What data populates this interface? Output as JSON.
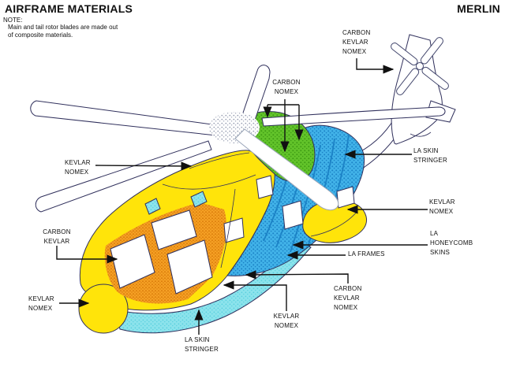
{
  "header": {
    "title": "AIRFRAME MATERIALS",
    "model": "MERLIN",
    "note_label": "NOTE:",
    "note_text": "Main and tail rotor blades are made out\nof composite materials."
  },
  "labels": {
    "tail_rotor": "CARBON\nKEVLAR\nNOMEX",
    "engine_cowling": "CARBON\nNOMEX",
    "rear_skin_stringer": "LA SKIN\nSTRINGER",
    "sponson": "KEVLAR\nNOMEX",
    "honeycomb_skins": "LA\nHONEYCOMB\nSKINS",
    "frames": "LA FRAMES",
    "lower_fuselage": "CARBON\nKEVLAR\nNOMEX",
    "cabin_door": "KEVLAR\nNOMEX",
    "belly_skin_stringer": "LA SKIN\nSTRINGER",
    "cabin_roof": "KEVLAR\nNOMEX",
    "cockpit_frames": "CARBON\nKEVLAR",
    "nose": "KEVLAR\nNOMEX"
  },
  "colors": {
    "yellow": "#FFE40A",
    "green": "#62C32A",
    "blue": "#41B2E8",
    "blue_dark": "#1B82C6",
    "cyan": "#8CE3EC",
    "orange": "#F5A024",
    "outline": "#30305C",
    "label_text": "#111111"
  }
}
